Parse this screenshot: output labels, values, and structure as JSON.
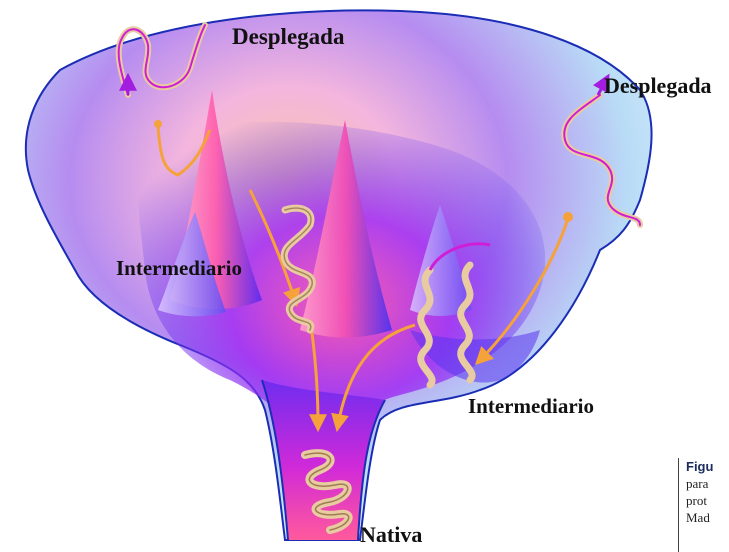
{
  "labels": {
    "unfolded_top": "Desplegada",
    "unfolded_right": "Desplegada",
    "intermediate_left": "Intermediario",
    "intermediate_right": "Intermediario",
    "native": "Nativa"
  },
  "caption": {
    "fig_label": "Figu",
    "line1": "para",
    "line2": "prot",
    "line3": "Mad"
  },
  "colors": {
    "funnel_edge": "#1b2db5",
    "funnel_light": "#bfe6f8",
    "funnel_purple": "#7a2ff0",
    "funnel_pink": "#ff5fb8",
    "funnel_orange": "#ffc08a",
    "pathway_arrow": "#f5a23a",
    "ribbon_beige": "#e8cba0",
    "ribbon_magenta": "#d01ed6"
  }
}
